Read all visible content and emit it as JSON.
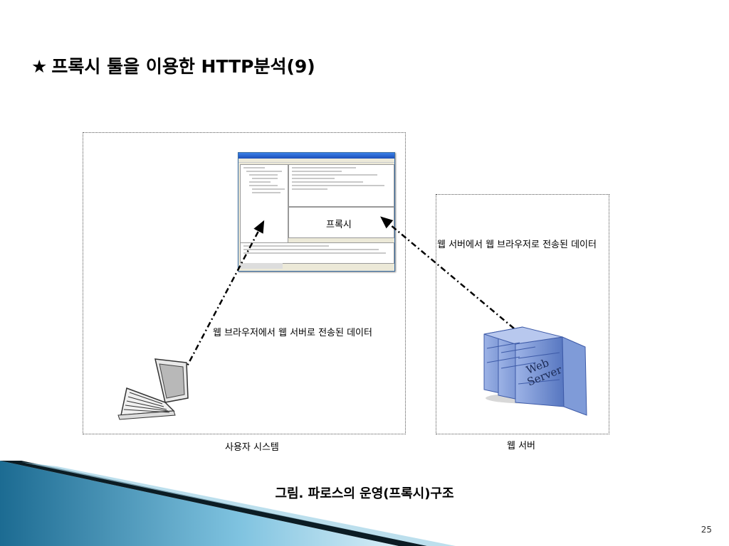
{
  "slide": {
    "title_star": "★",
    "title": "프록시 툴을 이용한 HTTP분석(9)",
    "caption": "그림.  파로스의 운영(프록시)구조",
    "page_number": "25"
  },
  "diagram": {
    "proxy_label": "프록시",
    "server_to_browser_label": "웹 서버에서 웹 브라우저로 전송된 데이터",
    "browser_to_server_label": "웹 브라우저에서 웹 서버로 전송된 데이터",
    "user_system_label": "사용자 시스템",
    "web_server_label": "웹 서버",
    "server_icon_text": [
      "Web",
      "Server"
    ]
  },
  "colors": {
    "ribbon_dark": "#0b3f5c",
    "ribbon_light": "#6fb6d6",
    "server_blue": "#6f8fd0"
  }
}
